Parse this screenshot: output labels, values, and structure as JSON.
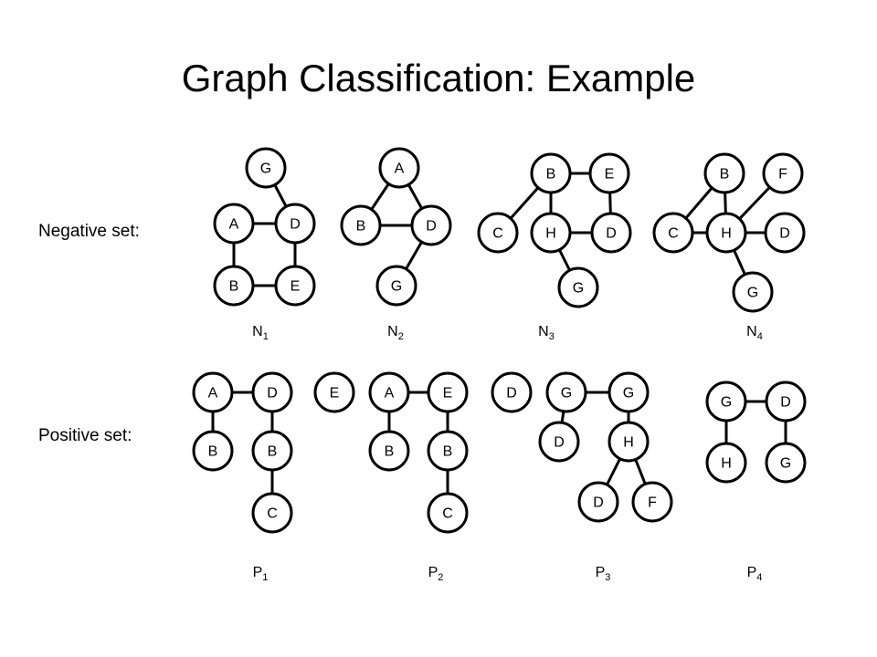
{
  "title": "Graph Classification: Example",
  "negative_set_label": "Negative set:",
  "positive_set_label": "Positive set:",
  "graphs": [
    {
      "id": "N1",
      "label": "N",
      "sub": "1",
      "nodes": [
        {
          "id": "g",
          "label": "G"
        },
        {
          "id": "a",
          "label": "A"
        },
        {
          "id": "d",
          "label": "D"
        },
        {
          "id": "b",
          "label": "B"
        },
        {
          "id": "e",
          "label": "E"
        }
      ],
      "edges": [
        [
          "g",
          "d"
        ],
        [
          "a",
          "d"
        ],
        [
          "a",
          "b"
        ],
        [
          "d",
          "e"
        ],
        [
          "b",
          "e"
        ]
      ]
    },
    {
      "id": "N2",
      "label": "N",
      "sub": "2",
      "nodes": [
        {
          "id": "a",
          "label": "A"
        },
        {
          "id": "b",
          "label": "B"
        },
        {
          "id": "d",
          "label": "D"
        },
        {
          "id": "g",
          "label": "G"
        }
      ],
      "edges": [
        [
          "a",
          "b"
        ],
        [
          "a",
          "d"
        ],
        [
          "b",
          "d"
        ],
        [
          "d",
          "g"
        ]
      ]
    },
    {
      "id": "N3",
      "label": "N",
      "sub": "3",
      "nodes": [
        {
          "id": "b",
          "label": "B"
        },
        {
          "id": "e",
          "label": "E"
        },
        {
          "id": "c",
          "label": "C"
        },
        {
          "id": "h",
          "label": "H"
        },
        {
          "id": "d",
          "label": "D"
        },
        {
          "id": "g",
          "label": "G"
        }
      ],
      "edges": [
        [
          "b",
          "e"
        ],
        [
          "b",
          "c"
        ],
        [
          "b",
          "h"
        ],
        [
          "e",
          "d"
        ],
        [
          "h",
          "d"
        ],
        [
          "h",
          "g"
        ]
      ]
    },
    {
      "id": "N4",
      "label": "N",
      "sub": "4",
      "nodes": [
        {
          "id": "b",
          "label": "B"
        },
        {
          "id": "f",
          "label": "F"
        },
        {
          "id": "c",
          "label": "C"
        },
        {
          "id": "h",
          "label": "H"
        },
        {
          "id": "d",
          "label": "D"
        },
        {
          "id": "g",
          "label": "G"
        }
      ],
      "edges": [
        [
          "b",
          "c"
        ],
        [
          "b",
          "h"
        ],
        [
          "f",
          "h"
        ],
        [
          "c",
          "h"
        ],
        [
          "h",
          "d"
        ],
        [
          "h",
          "g"
        ]
      ]
    },
    {
      "id": "P1",
      "label": "P",
      "sub": "1",
      "nodes": [
        {
          "id": "a",
          "label": "A"
        },
        {
          "id": "d",
          "label": "D"
        },
        {
          "id": "e",
          "label": "E"
        },
        {
          "id": "b1",
          "label": "B"
        },
        {
          "id": "b2",
          "label": "B"
        },
        {
          "id": "c",
          "label": "C"
        }
      ],
      "edges": [
        [
          "a",
          "d"
        ],
        [
          "a",
          "b1"
        ],
        [
          "d",
          "b2"
        ],
        [
          "b2",
          "c"
        ]
      ]
    },
    {
      "id": "P2",
      "label": "P",
      "sub": "2",
      "nodes": [
        {
          "id": "a",
          "label": "A"
        },
        {
          "id": "e",
          "label": "E"
        },
        {
          "id": "d",
          "label": "D"
        },
        {
          "id": "b1",
          "label": "B"
        },
        {
          "id": "b2",
          "label": "B"
        },
        {
          "id": "c",
          "label": "C"
        }
      ],
      "edges": [
        [
          "a",
          "e"
        ],
        [
          "a",
          "b1"
        ],
        [
          "e",
          "b2"
        ],
        [
          "b2",
          "c"
        ]
      ]
    },
    {
      "id": "P3",
      "label": "P",
      "sub": "3",
      "nodes": [
        {
          "id": "g1",
          "label": "G"
        },
        {
          "id": "g2",
          "label": "G"
        },
        {
          "id": "d1",
          "label": "D"
        },
        {
          "id": "h",
          "label": "H"
        },
        {
          "id": "d2",
          "label": "D"
        },
        {
          "id": "f",
          "label": "F"
        }
      ],
      "edges": [
        [
          "g1",
          "g2"
        ],
        [
          "g1",
          "d1"
        ],
        [
          "g2",
          "h"
        ],
        [
          "h",
          "d2"
        ],
        [
          "h",
          "f"
        ]
      ]
    },
    {
      "id": "P4",
      "label": "P",
      "sub": "4",
      "nodes": [
        {
          "id": "g1",
          "label": "G"
        },
        {
          "id": "d",
          "label": "D"
        },
        {
          "id": "h",
          "label": "H"
        },
        {
          "id": "g2",
          "label": "G"
        }
      ],
      "edges": [
        [
          "g1",
          "d"
        ],
        [
          "g1",
          "h"
        ],
        [
          "d",
          "g2"
        ]
      ]
    }
  ]
}
